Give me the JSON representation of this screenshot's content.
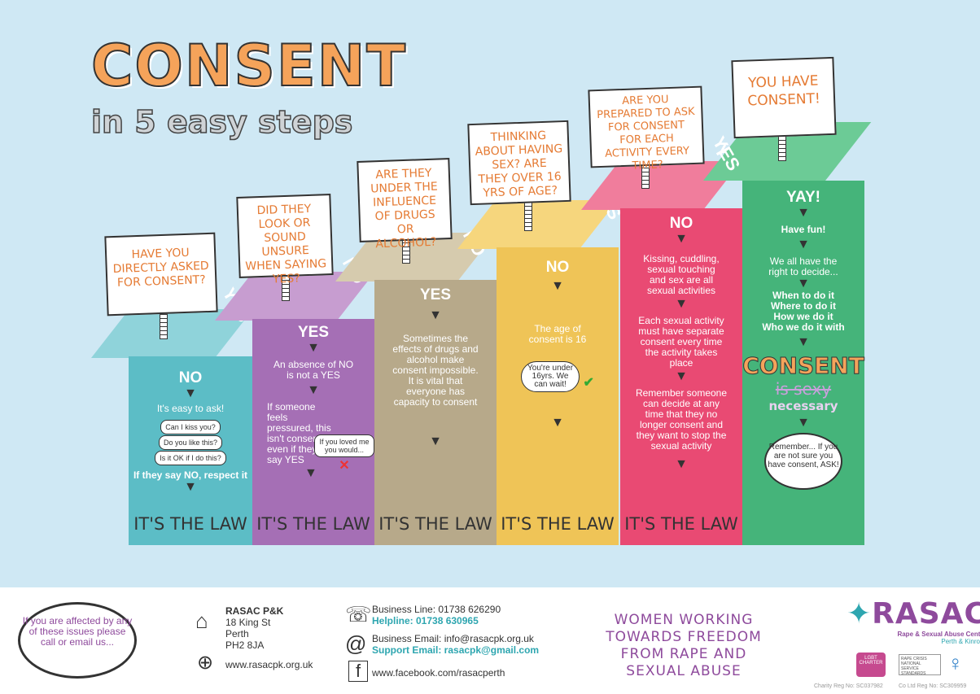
{
  "title": {
    "main": "CONSENT",
    "sub": "in 5 easy steps"
  },
  "steps": [
    {
      "sign": "HAVE YOU DIRECTLY ASKED FOR CONSENT?",
      "word": "NO",
      "side": "YES",
      "lines": [
        "It's easy to ask!"
      ],
      "bubbles": [
        "Can I kiss you?",
        "Do you like this?",
        "Is it OK if I do this?"
      ],
      "footer_note": "If they say NO, respect it",
      "law": "IT'S THE LAW"
    },
    {
      "sign": "DID THEY LOOK OR SOUND UNSURE WHEN SAYING YES?",
      "word": "YES",
      "side": "NO",
      "lines": [
        "An absence of NO is not a YES",
        "If someone feels pressured, this isn't consent, even if they say YES"
      ],
      "bubbles": [
        "If you loved me you would..."
      ],
      "law": "IT'S THE LAW"
    },
    {
      "sign": "ARE THEY UNDER THE INFLUENCE OF DRUGS OR ALCOHOL?",
      "word": "YES",
      "side": "NO",
      "lines": [
        "Sometimes the effects of drugs and alcohol make consent impossible. It is vital that everyone has capacity to consent"
      ],
      "law": "IT'S THE LAW"
    },
    {
      "sign": "THINKING ABOUT HAVING SEX? ARE THEY OVER 16 YRS OF AGE?",
      "word": "NO",
      "side": "YES",
      "lines": [
        "The age of consent is 16"
      ],
      "bubbles": [
        "You're under 16yrs. We can wait!"
      ],
      "law": "IT'S THE LAW"
    },
    {
      "sign": "ARE YOU PREPARED TO ASK FOR CONSENT FOR EACH ACTIVITY EVERY TIME?",
      "word": "NO",
      "side": "YES",
      "lines": [
        "Kissing, cuddling, sexual touching and sex are all sexual activities",
        "Each sexual activity must have separate consent every time the activity takes place",
        "Remember someone can decide at any time that they no longer consent and they want to stop the sexual activity"
      ],
      "law": "IT'S THE LAW"
    },
    {
      "sign": "YOU HAVE CONSENT!",
      "word": "YAY!",
      "side": "",
      "lines": [
        "Have fun!",
        "We all have the right to decide...",
        "When to do it",
        "Where to do it",
        "How we do it",
        "Who we do it with"
      ],
      "badge": {
        "top": "CONSENT",
        "mid": "is sexy",
        "bottom": "necessary"
      },
      "cloud": "Remember... If you are not sure you have consent, ASK!"
    }
  ],
  "footer": {
    "cloud": "If you are affected by any of these issues please call or email us...",
    "org": "RASAC P&K",
    "address": [
      "18 King St",
      "Perth",
      "PH2 8JA"
    ],
    "website": "www.rasacpk.org.uk",
    "business_line": "Business Line: 01738 626290",
    "helpline": "Helpline: 01738 630965",
    "business_email": "Business Email: info@rasacpk.org.uk",
    "support_email": "Support Email: rasacpk@gmail.com",
    "facebook": "www.facebook.com/rasacperth",
    "slogan": "WOMEN WORKING TOWARDS FREEDOM FROM RAPE AND SEXUAL ABUSE",
    "logo_name": "RASAC",
    "logo_tagline": "Rape & Sexual Abuse Centre",
    "logo_area": "Perth & Kinross",
    "charity_reg": "Charity Reg No: SC037982",
    "company_reg": "Co Ltd Reg No: SC309959",
    "lgbt": "LGBT CHARTER",
    "standards": "RAPE CRISIS NATIONAL SERVICE STANDARDS"
  },
  "colors": {
    "teal": "#66c4cc",
    "purple": "#a673b5",
    "taupe": "#b8a98a",
    "yellow": "#f0c457",
    "pink": "#e94c74",
    "green": "#48b67b"
  }
}
